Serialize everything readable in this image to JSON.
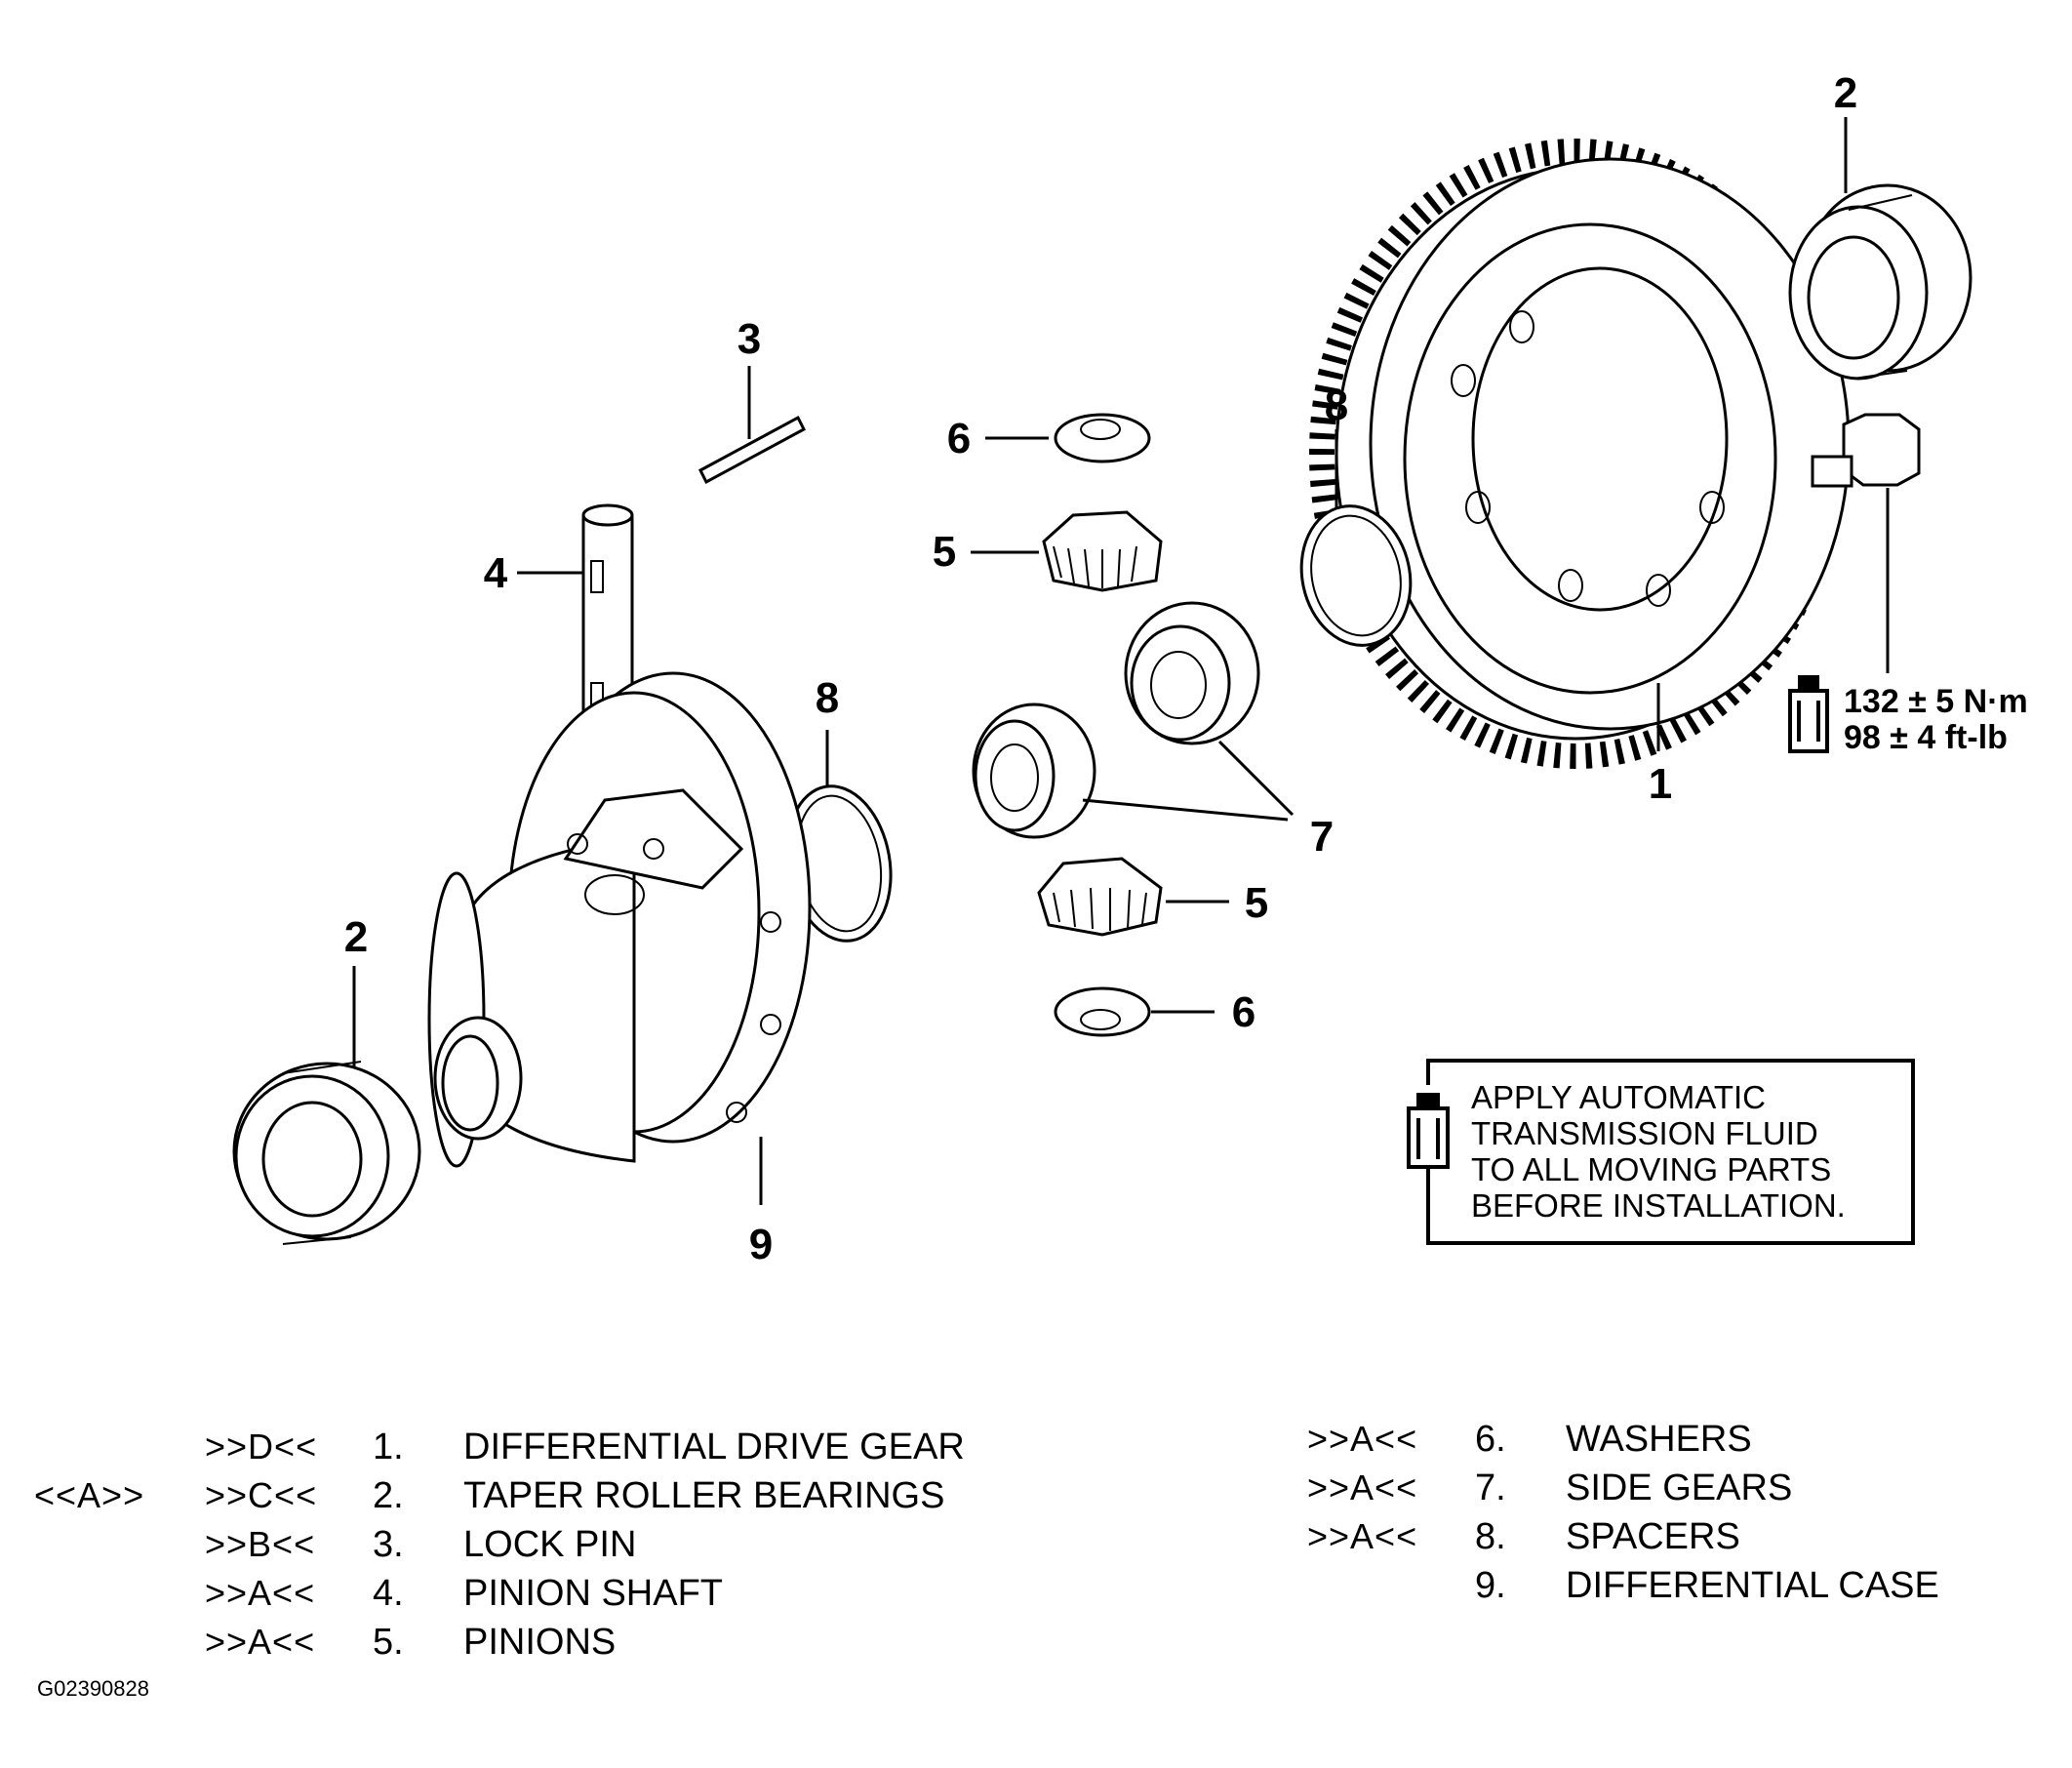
{
  "callouts": {
    "c1": "1",
    "c2_top": "2",
    "c2_left": "2",
    "c3": "3",
    "c4": "4",
    "c5_top": "5",
    "c5_bottom": "5",
    "c6_top": "6",
    "c6_bottom": "6",
    "c7": "7",
    "c8_top": "8",
    "c8_mid": "8",
    "c9": "9"
  },
  "torque": {
    "metric": "132 ± 5 N·m",
    "imperial": "98 ± 4 ft-lb"
  },
  "note": {
    "line1": "APPLY AUTOMATIC",
    "line2": "TRANSMISSION FLUID",
    "line3": "TO ALL MOVING PARTS",
    "line4": "BEFORE INSTALLATION."
  },
  "legend": {
    "left": [
      {
        "pre": "",
        "code": ">>D<<",
        "num": "1.",
        "name": "DIFFERENTIAL DRIVE GEAR"
      },
      {
        "pre": "<<A>>",
        "code": ">>C<<",
        "num": "2.",
        "name": "TAPER ROLLER BEARINGS"
      },
      {
        "pre": "",
        "code": ">>B<<",
        "num": "3.",
        "name": "LOCK PIN"
      },
      {
        "pre": "",
        "code": ">>A<<",
        "num": "4.",
        "name": "PINION SHAFT"
      },
      {
        "pre": "",
        "code": ">>A<<",
        "num": "5.",
        "name": "PINIONS"
      }
    ],
    "right": [
      {
        "code": ">>A<<",
        "num": "6.",
        "name": "WASHERS"
      },
      {
        "code": ">>A<<",
        "num": "7.",
        "name": "SIDE GEARS"
      },
      {
        "code": ">>A<<",
        "num": "8.",
        "name": "SPACERS"
      },
      {
        "code": "",
        "num": "9.",
        "name": "DIFFERENTIAL CASE"
      }
    ]
  },
  "figure_id": "G02390828"
}
